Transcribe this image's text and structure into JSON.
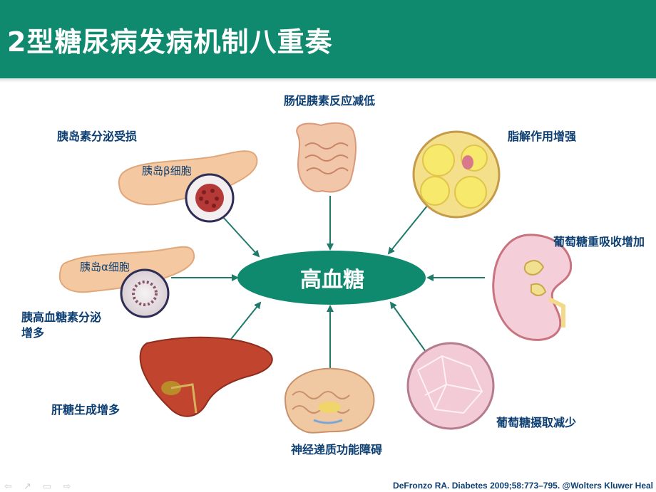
{
  "header": {
    "title": "2型糖尿病发病机制八重奏",
    "bg_color": "#0f8a6e"
  },
  "center": {
    "label": "高血糖",
    "color": "#0f8a6e"
  },
  "labels": {
    "islet_beta_impaired": "胰岛素分泌受损",
    "beta_cell": "胰岛β细胞",
    "incretin": "肠促胰素反应减低",
    "lipolysis": "脂解作用增强",
    "glucose_reabsorption": "葡萄糖重吸收增加",
    "alpha_cell": "胰岛α细胞",
    "glucagon_line1": "胰高血糖素分泌",
    "glucagon_line2": "增多",
    "hepatic_glucose": "肝糖生成增多",
    "neurotransmitter": "神经递质功能障碍",
    "glucose_uptake": "葡萄糖摄取减少"
  },
  "footer": {
    "citation": "DeFronzo RA. Diabetes 2009;58:773–795. @Wolters Kluwer Heal"
  },
  "nav": {
    "icons": "⇦ ↗ ▭ ⇨"
  }
}
